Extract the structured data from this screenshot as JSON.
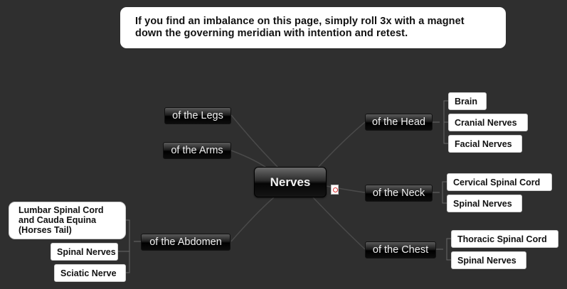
{
  "note": {
    "line1": "If you find an imbalance on this page, simply roll 3x with a magnet",
    "line2": "down the governing meridian with intention and retest."
  },
  "center": {
    "label": "Nerves"
  },
  "branches": {
    "legs": "of the Legs",
    "arms": "of the Arms",
    "abdomen": "of the Abdomen",
    "head": "of the Head",
    "neck": "of the Neck",
    "chest": "of the Chest"
  },
  "leaves": {
    "head": [
      "Brain",
      "Cranial Nerves",
      "Facial Nerves"
    ],
    "neck": [
      "Cervical Spinal Cord",
      "Spinal Nerves"
    ],
    "chest": [
      "Thoracic Spinal Cord",
      "Spinal Nerves"
    ],
    "abdomen": [
      "Lumbar Spinal Cord\nand Cauda Equina\n(Horses Tail)",
      "Spinal Nerves",
      "Sciatic Nerve"
    ]
  },
  "attachment_icon": "document-icon",
  "colors": {
    "background": "#2f2f2f",
    "connector": "#4a4a4a",
    "bracket": "#6a6a6a"
  }
}
